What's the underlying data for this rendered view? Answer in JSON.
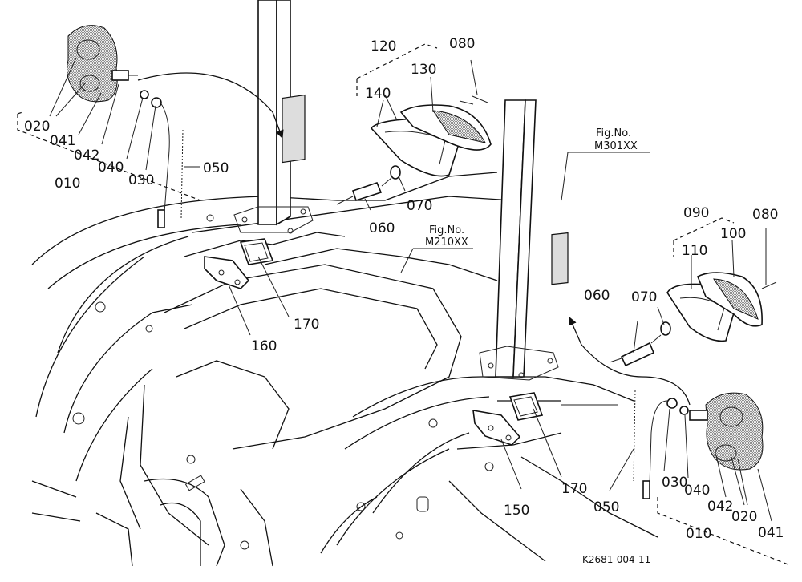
{
  "figure_code": "K2681-004-11",
  "fig_refs": {
    "upper": {
      "line1": "Fig.No.",
      "line2": "M301XX"
    },
    "lower": {
      "line1": "Fig.No.",
      "line2": "M210XX"
    }
  },
  "labels": {
    "l_020": "020",
    "l_041": "041",
    "l_042": "042",
    "l_040": "040",
    "l_030": "030",
    "l_010": "010",
    "l_050": "050",
    "l_120": "120",
    "l_130": "130",
    "l_080a": "080",
    "l_140": "140",
    "l_070a": "070",
    "l_060a": "060",
    "l_160": "160",
    "l_170a": "170",
    "l_090": "090",
    "l_080b": "080",
    "l_100": "100",
    "l_110": "110",
    "l_070b": "070",
    "l_060b": "060",
    "l_150": "150",
    "l_170b": "170",
    "r_050": "050",
    "r_030": "030",
    "r_040": "040",
    "r_042": "042",
    "r_020": "020",
    "r_041": "041",
    "r_010": "010"
  }
}
